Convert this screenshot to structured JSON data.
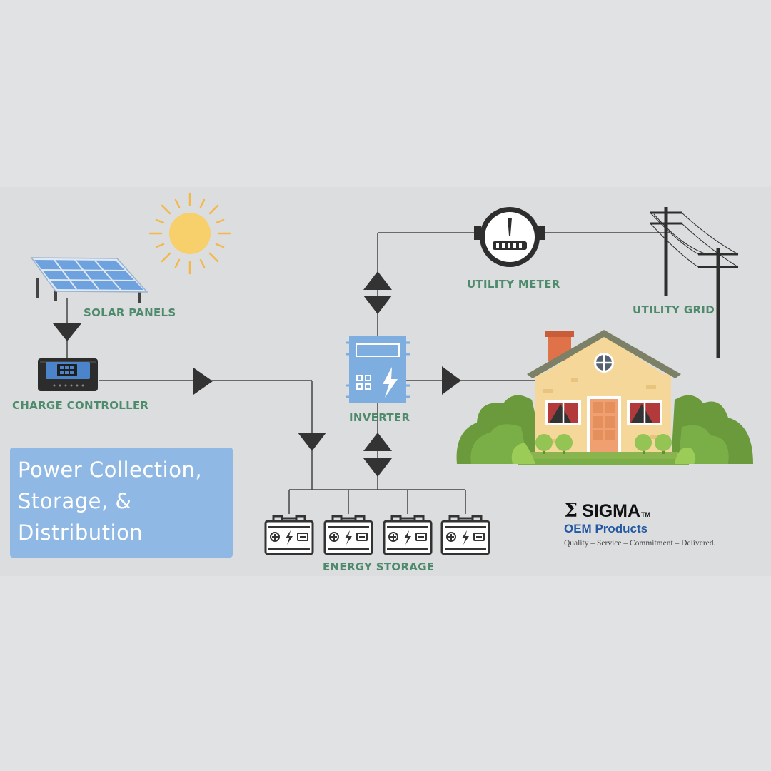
{
  "labels": {
    "solar_panels": "SOLAR PANELS",
    "charge_controller": "CHARGE CONTROLLER",
    "inverter": "INVERTER",
    "utility_meter": "UTILITY METER",
    "utility_grid": "UTILITY GRID",
    "energy_storage": "ENERGY STORAGE"
  },
  "title": {
    "line1": "Power Collection,",
    "line2": "Storage, &",
    "line3": "Distribution"
  },
  "brand": {
    "symbol": "Σ",
    "name": "SIGMA",
    "trademark": "TM",
    "products": "OEM Products",
    "tagline": "Quality – Service – Commitment – Delivered."
  },
  "colors": {
    "background": "#e1e2e3",
    "title_box": "#8fb9e4",
    "label_green": "#4e8a6c",
    "inverter_blue": "#7eaee0",
    "brand_blue": "#2358a3",
    "line_dark": "#333333"
  },
  "icons": [
    "sun-icon",
    "solar-panel-icon",
    "charge-controller-icon",
    "inverter-icon",
    "utility-meter-icon",
    "utility-pole-icon",
    "battery-icon",
    "house-icon"
  ]
}
